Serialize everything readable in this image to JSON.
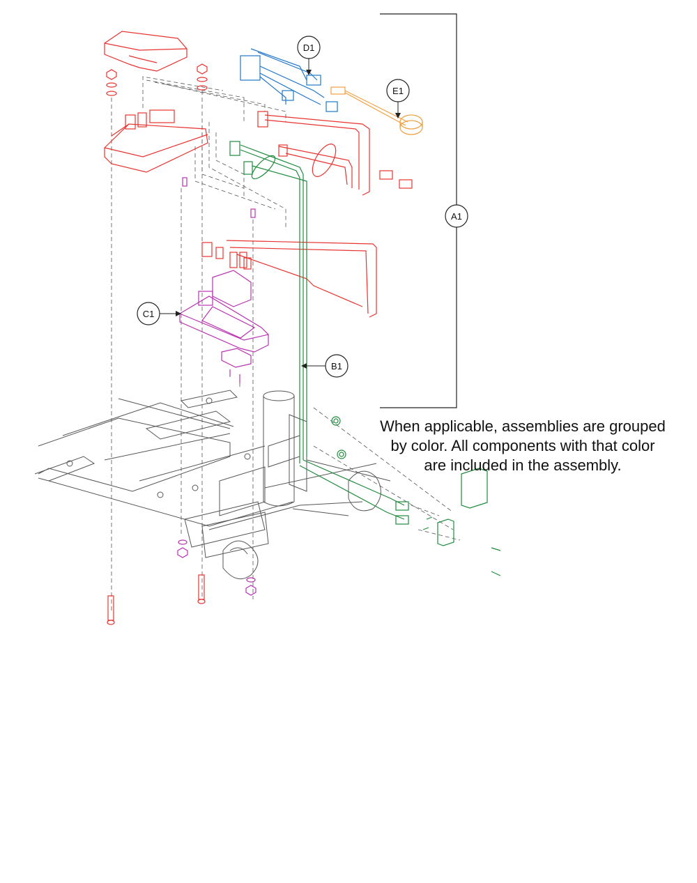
{
  "callouts": {
    "a1": "A1",
    "b1": "B1",
    "c1": "C1",
    "d1": "D1",
    "e1": "E1"
  },
  "note": {
    "line1": "When applicable, assemblies are grouped",
    "line2": "by color. All components with that color",
    "line3": "are included in the assembly."
  },
  "colors": {
    "red": "#e8322f",
    "green": "#1e8a3c",
    "blue": "#1f77c8",
    "orange": "#f0a040",
    "magenta": "#b832b0",
    "frame": "#555555"
  }
}
